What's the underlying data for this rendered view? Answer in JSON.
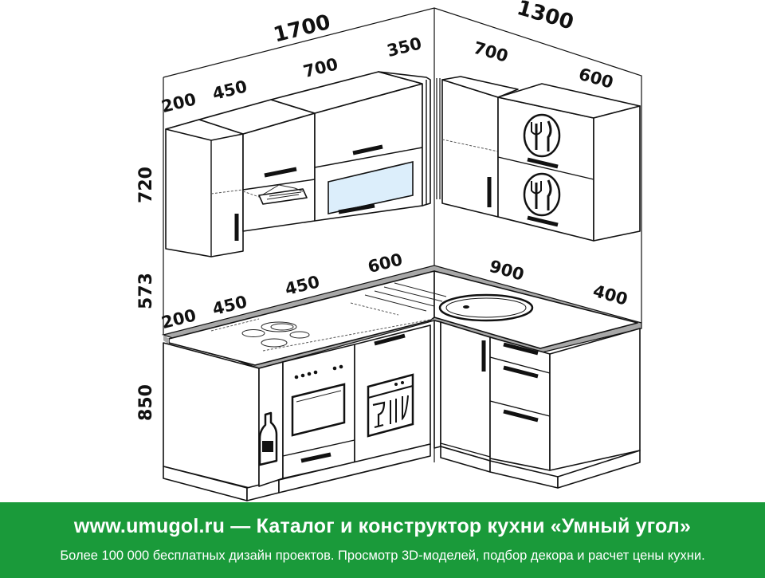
{
  "dimensions": {
    "top_total_left": "1700",
    "top_total_right": "1300",
    "upper_200": "200",
    "upper_450": "450",
    "upper_700": "700",
    "upper_350": "350",
    "upper_right_700": "700",
    "upper_right_600": "600",
    "height_upper": "720",
    "height_gap": "573",
    "height_lower": "850",
    "lower_200": "200",
    "lower_450_a": "450",
    "lower_450_b": "450",
    "lower_600": "600",
    "lower_900": "900",
    "lower_400": "400"
  },
  "banner": {
    "title": "www.umugol.ru — Каталог и конструктор кухни «Умный угол»",
    "subtitle": "Более 100 000 бесплатных дизайн проектов. Просмотр 3D-моделей, подбор декора и расчет цены кухни."
  },
  "colors": {
    "banner_bg": "#1a9a3a",
    "banner_text": "#ffffff",
    "line": "#111111"
  }
}
